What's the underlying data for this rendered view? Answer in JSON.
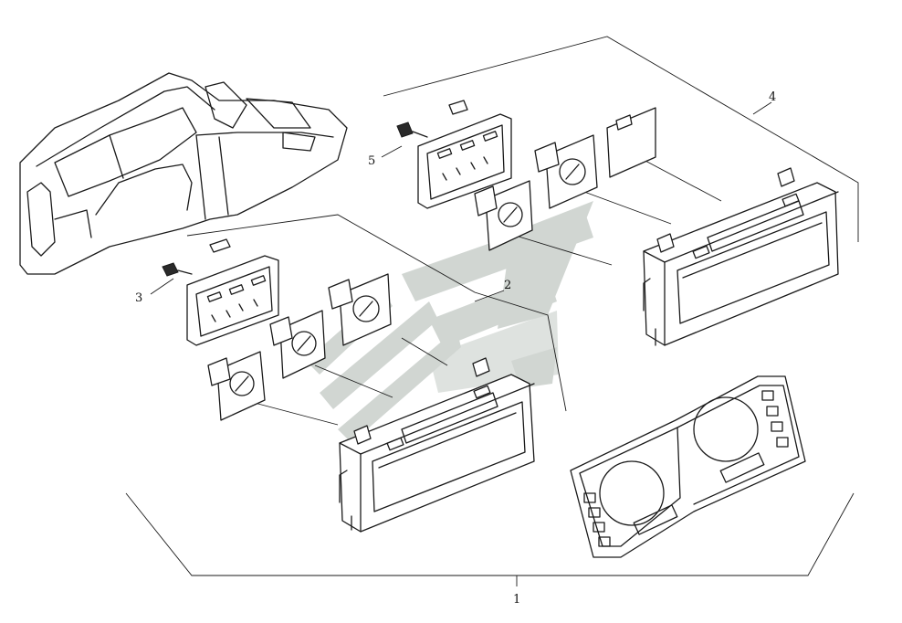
{
  "callouts": {
    "c1": "1",
    "c2": "2",
    "c3": "3",
    "c4": "4",
    "c5": "5"
  },
  "colors": {
    "line": "#1a1a1a",
    "watermark": "#c9cfcb"
  },
  "watermark": "logo-watermark"
}
